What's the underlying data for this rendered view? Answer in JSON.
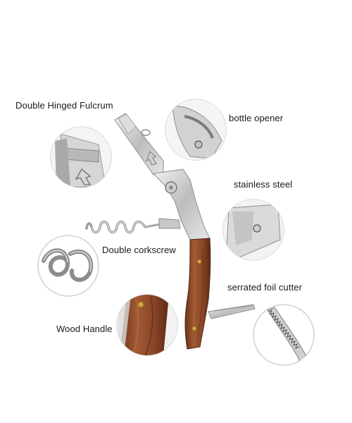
{
  "labels": {
    "fulcrum": "Double Hinged Fulcrum",
    "bottle_opener": "bottle opener",
    "stainless_steel": "stainless steel",
    "corkscrew": "Double corkscrew",
    "foil_cutter": "serrated foil cutter",
    "wood_handle": "Wood Handle"
  },
  "colors": {
    "background": "#ffffff",
    "steel": "#c9c9c9",
    "steel_dark": "#8e8e8e",
    "wood": "#8a4a2a",
    "wood_dark": "#5e2e18",
    "rivet": "#d9a441",
    "circle_border": "#d0d0d0"
  },
  "icons": [
    "corkscrew-icon",
    "fulcrum-detail-icon",
    "bottle-opener-detail-icon",
    "steel-detail-icon",
    "spiral-detail-icon",
    "foil-cutter-detail-icon",
    "wood-detail-icon"
  ]
}
